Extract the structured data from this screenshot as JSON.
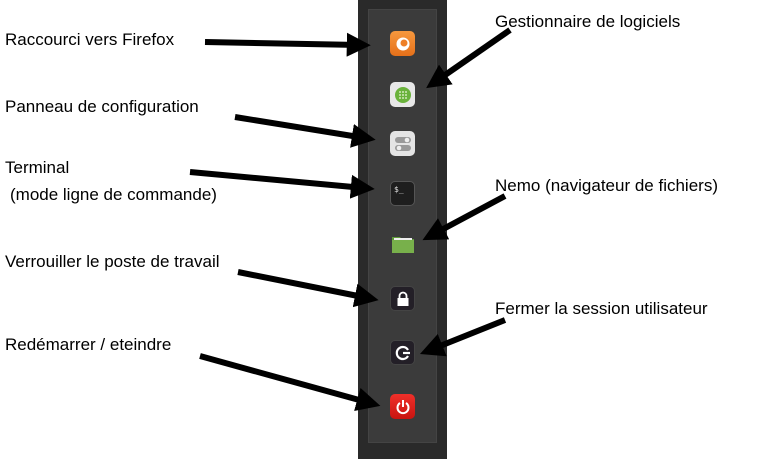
{
  "labels": {
    "firefox": "Raccourci vers Firefox",
    "software_manager": "Gestionnaire de logiciels",
    "control_panel": "Panneau de configuration",
    "terminal": "Terminal",
    "terminal_sub": "(mode ligne de commande)",
    "nemo": "Nemo (navigateur de fichiers)",
    "lock": "Verrouiller le poste de travail",
    "logout": "Fermer la session utilisateur",
    "shutdown": "Redémarrer / eteindre"
  },
  "icons": [
    "firefox-icon",
    "software-manager-icon",
    "settings-icon",
    "terminal-icon",
    "folder-icon",
    "lock-icon",
    "logout-icon",
    "power-icon"
  ],
  "terminal_prompt": "$_"
}
